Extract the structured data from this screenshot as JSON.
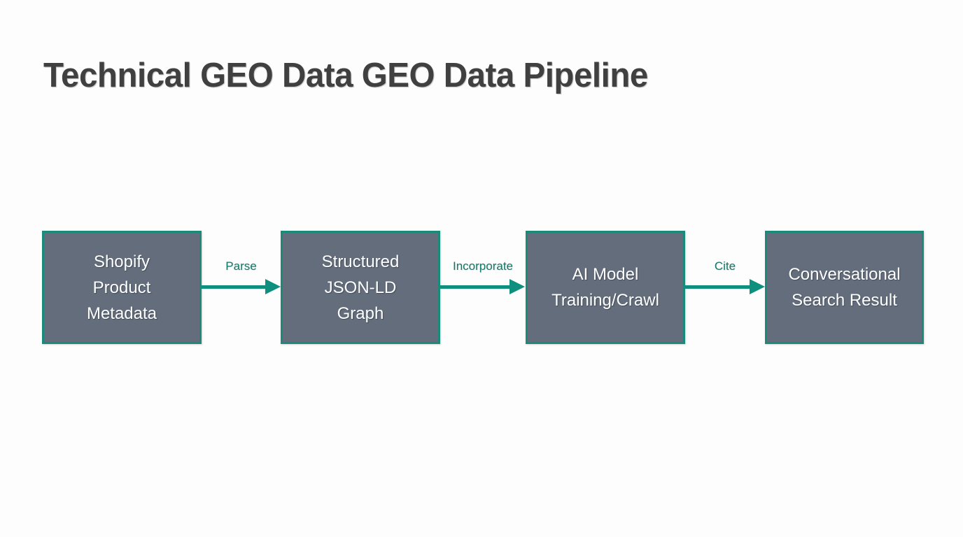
{
  "title": "Technical GEO Data GEO Data Pipeline",
  "colors": {
    "background": "#fdfdfd",
    "title_text": "#404040",
    "node_fill": "#636d7c",
    "node_border": "#1a8a7a",
    "node_text": "#ffffff",
    "arrow": "#0f8f7e",
    "arrow_label": "#15796b"
  },
  "diagram": {
    "type": "flowchart",
    "orientation": "left-to-right",
    "nodes": [
      {
        "id": "node-1",
        "label": "Shopify\nProduct\nMetadata"
      },
      {
        "id": "node-2",
        "label": "Structured\nJSON-LD\nGraph"
      },
      {
        "id": "node-3",
        "label": "AI Model\nTraining/Crawl"
      },
      {
        "id": "node-4",
        "label": "Conversational\nSearch Result"
      }
    ],
    "edges": [
      {
        "id": "edge-1",
        "from": "node-1",
        "to": "node-2",
        "label": "Parse"
      },
      {
        "id": "edge-2",
        "from": "node-2",
        "to": "node-3",
        "label": "Incorporate"
      },
      {
        "id": "edge-3",
        "from": "node-3",
        "to": "node-4",
        "label": "Cite"
      }
    ]
  }
}
